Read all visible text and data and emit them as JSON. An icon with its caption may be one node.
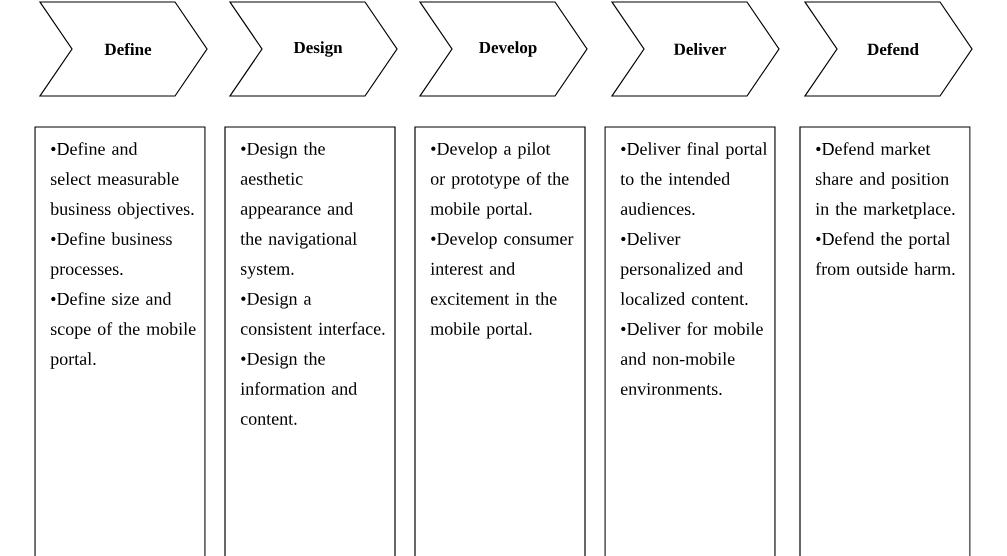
{
  "diagram": {
    "nodes": [
      {
        "text": [
          "Define"
        ]
      },
      {
        "text": [
          "Design"
        ]
      },
      {
        "text": [
          "Develop"
        ]
      },
      {
        "text": [
          "Deliver"
        ]
      },
      {
        "text": [
          "Defend"
        ]
      },
      {
        "text": [
          "•Define and select measurable business objectives.",
          "•Define business processes.",
          "•Define size and scope of the mobile portal."
        ]
      },
      {
        "text": [
          "•Design the aesthetic appearance and the navigational system.",
          "•Design a consistent interface.",
          "•Design the information and content."
        ]
      },
      {
        "text": [
          "•Develop a pilot or prototype of the mobile portal.",
          "•Develop consumer interest and excitement in the mobile portal."
        ]
      },
      {
        "text": [
          "•Deliver final portal to the intended audiences.",
          "•Deliver personalized and localized content.",
          "•Deliver for mobile and non-mobile environments."
        ]
      },
      {
        "text": [
          "•Defend market share and position in the marketplace.",
          "•Defend the portal from outside harm."
        ]
      }
    ]
  }
}
